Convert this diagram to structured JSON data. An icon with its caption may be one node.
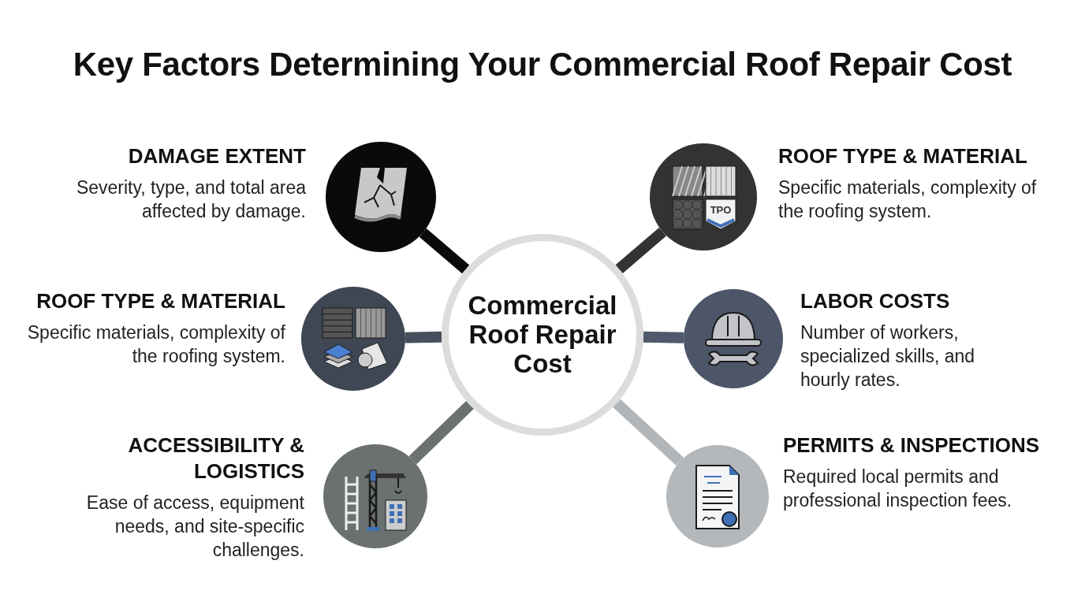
{
  "diagram": {
    "title": "Key Factors Determining Your Commercial Roof Repair Cost",
    "nodes": [
      {
        "text": [
          "Commercial Roof Repair Cost"
        ]
      },
      {
        "text": [
          "DAMAGE EXTENT",
          "Severity, type, and total area affected by damage."
        ]
      },
      {
        "text": [
          "ROOF TYPE & MATERIAL",
          "Specific materials, complexity of the roofing system."
        ]
      },
      {
        "text": [
          "ROOF TYPE & MATERIAL",
          "Specific materials, complexity of the roofing system."
        ]
      },
      {
        "text": [
          "LABOR COSTS",
          "Number of workers, specialized skills, and hourly rates."
        ]
      },
      {
        "text": [
          "ACCESSIBILITY & LOGISTICS",
          "Ease of access, equipment needs, and site-specific challenges."
        ]
      },
      {
        "text": [
          "PERMITS & INSPECTIONS",
          "Required local permits and professional inspection fees."
        ]
      }
    ],
    "edges": [
      {
        "from": 0,
        "to": 1,
        "arrow": "none",
        "color": "#0a0a0a"
      },
      {
        "from": 0,
        "to": 2,
        "arrow": "none",
        "color": "#333333"
      },
      {
        "from": 0,
        "to": 3,
        "arrow": "none",
        "color": "#46505c"
      },
      {
        "from": 0,
        "to": 4,
        "arrow": "none",
        "color": "#4f596b"
      },
      {
        "from": 0,
        "to": 5,
        "arrow": "none",
        "color": "#6b7071"
      },
      {
        "from": 0,
        "to": 6,
        "arrow": "none",
        "color": "#b2b6b9"
      }
    ],
    "labels": [
      "TPO"
    ]
  }
}
